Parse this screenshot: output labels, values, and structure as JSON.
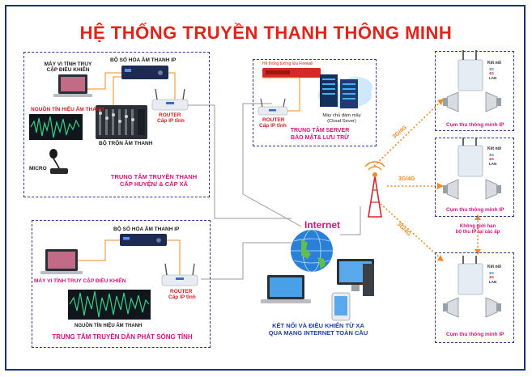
{
  "title": "HỆ THỐNG TRUYỀN THANH THÔNG MINH",
  "center_top": {
    "pc_label": "MÁY VI TÍNH TRUY CẬP ĐIỀU KHIỂN",
    "encoder_label": "BỘ SỐ HÓA ÂM THANH IP",
    "audio_source_label": "NGUỒN TÍN HIỆU ÂM THANH",
    "mixer_label": "BỘ TRỘN ÂM THANH",
    "mic_label": "MICRO",
    "router_label": "ROUTER",
    "router_sub": "Cấp IP tĩnh",
    "caption_line1": "TRUNG TÂM TRUYỀN THANH",
    "caption_line2": "CẤP HUYỆN/ & CẤP XÃ"
  },
  "server_center": {
    "firewall_label": "Hệ thống tường lửa Firewall",
    "cloud_label_line1": "Máy chủ đám mây",
    "cloud_label_line2": "(Cloud Sever)",
    "router_label": "ROUTER",
    "router_sub": "Cấp IP tĩnh",
    "caption_line1": "TRUNG TÂM SERVER",
    "caption_line2": "BẢO MẬT& LƯU TRỮ"
  },
  "center_bottom": {
    "encoder_label": "BỘ SỐ HÓA ÂM THANH IP",
    "pc_label": "MÁY VI TÍNH TRUY CẬP ĐIỀU KHIỂN",
    "audio_source_label": "NGUỒN TÍN HIỆU ÂM THANH",
    "router_label": "ROUTER",
    "router_sub": "Cấp IP tĩnh",
    "caption": "TRUNG TÂM TRUYỀN DẪN PHÁT SÓNG TỈNH"
  },
  "internet": {
    "label": "Internet",
    "caption_line1": "KẾT NỐI VÀ ĐIỀU KHIỂN TỪ XA",
    "caption_line2": "QUA MẠNG INTERNET TOÀN CẦU"
  },
  "links": {
    "top": "3G/4G",
    "middle": "3G/4G",
    "bottom": "3G/4G"
  },
  "receivers": [
    {
      "connect": "Kết nối",
      "lines": [
        "3G",
        "4G",
        "LAN"
      ],
      "caption": "Cụm thu thông minh IP"
    },
    {
      "connect": "Kết nối",
      "lines": [
        "3G",
        "4G",
        "LAN"
      ],
      "caption": "Cụm thu thông minh IP"
    },
    {
      "connect": "Kết nối",
      "lines": [
        "3G",
        "4G",
        "LAN"
      ],
      "caption": "Cụm thu thông minh IP"
    }
  ],
  "unlimited_note": {
    "line1": "Không giới hạn",
    "line2": "bộ thu IP tại các ấp"
  },
  "colors": {
    "title": "#e2231a",
    "frame": "#1b2f7a",
    "caption_pink": "#d4147a",
    "link_orange": "#f08a24",
    "router_blue": "#2f6fd0"
  }
}
